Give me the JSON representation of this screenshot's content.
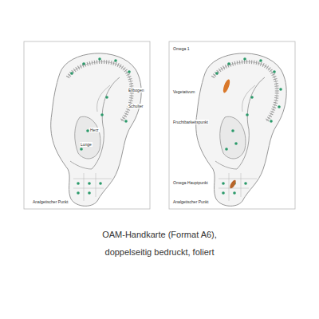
{
  "diagram": {
    "caption": "OAM-Handkarte (Format A6), doppelseitig bedruckt, foliert",
    "labels": [
      "Lunge",
      "Herz",
      "Schulter",
      "Ellbogen",
      "Analgetischer Punkt",
      "Omega 1",
      "Vegetativum",
      "Fruchtbarkeitspunkt",
      "Omega-Hauptpunkt",
      "Analgetischer Punkt"
    ]
  }
}
